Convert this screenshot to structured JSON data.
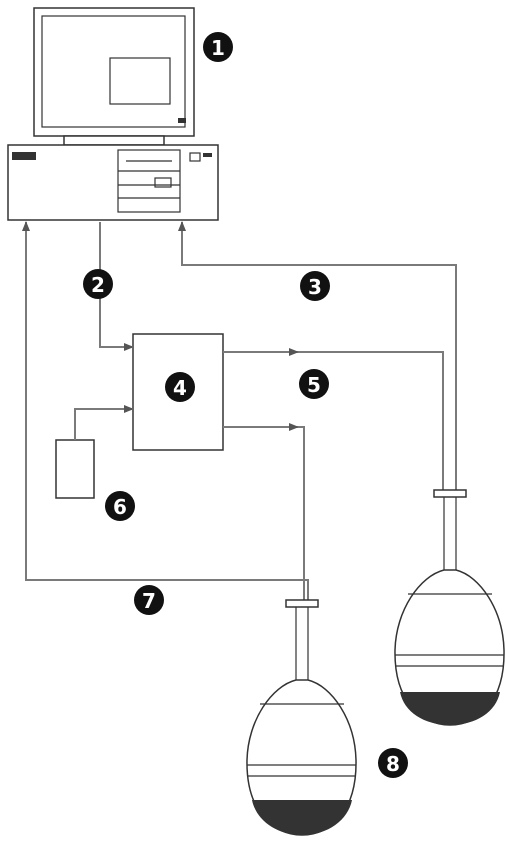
{
  "callouts": {
    "n1": "1",
    "n2": "2",
    "n3": "3",
    "n4": "4",
    "n5": "5",
    "n6": "6",
    "n7": "7",
    "n8": "8"
  },
  "colors": {
    "line": "#7a7a7a",
    "outline": "#333333",
    "badge": "#111111",
    "dome_fill": "#333333",
    "background": "#ffffff"
  }
}
